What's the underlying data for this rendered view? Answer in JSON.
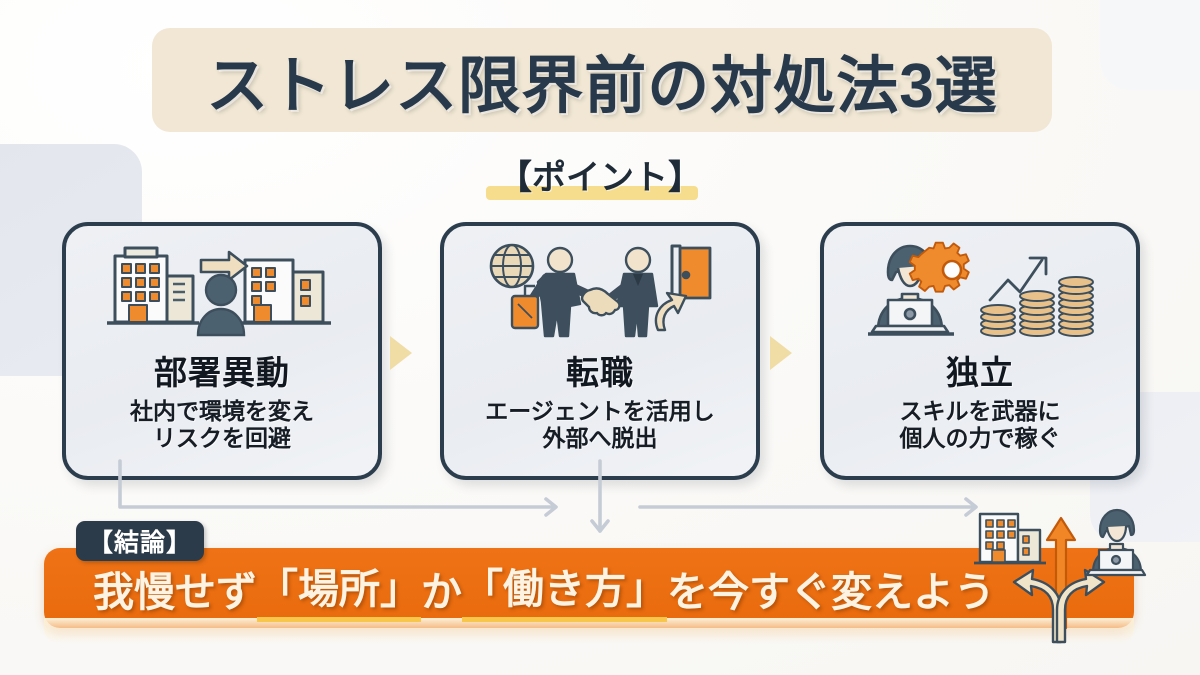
{
  "title": {
    "text": "ストレス限界前の対処法3選",
    "banner_color": "#f1e7d4",
    "text_color": "#27394a"
  },
  "point_label": {
    "text": "【ポイント】",
    "highlight_color": "#f6dd8e"
  },
  "cards": [
    {
      "id": "card-1",
      "icon_name": "office-transfer-icon",
      "title": "部署異動",
      "sub_line1": "社内で環境を変え",
      "sub_line2": "リスクを回避"
    },
    {
      "id": "card-2",
      "icon_name": "handshake-job-change-icon",
      "title": "転職",
      "sub_line1": "エージェントを活用し",
      "sub_line2": "外部へ脱出"
    },
    {
      "id": "card-3",
      "icon_name": "freelance-laptop-coins-icon",
      "title": "独立",
      "sub_line1": "スキルを武器に",
      "sub_line2": "個人の力で稼ぐ"
    }
  ],
  "conclusion": {
    "badge": "【結論】",
    "segment_1": "我慢せず",
    "highlight_1": "「場所」",
    "segment_2": "か",
    "highlight_2": "「働き方」",
    "segment_3": "を今すぐ変えよう",
    "banner_color": "#ed6c10",
    "text_color": "#fdf3e2",
    "underline_color": "#f7c64a"
  },
  "decorations": {
    "arrow_triangle_color": "#f0dda6",
    "flow_line_color": "#c6ccd6",
    "branch_icon_name": "three-way-branch-arrow-icon"
  }
}
